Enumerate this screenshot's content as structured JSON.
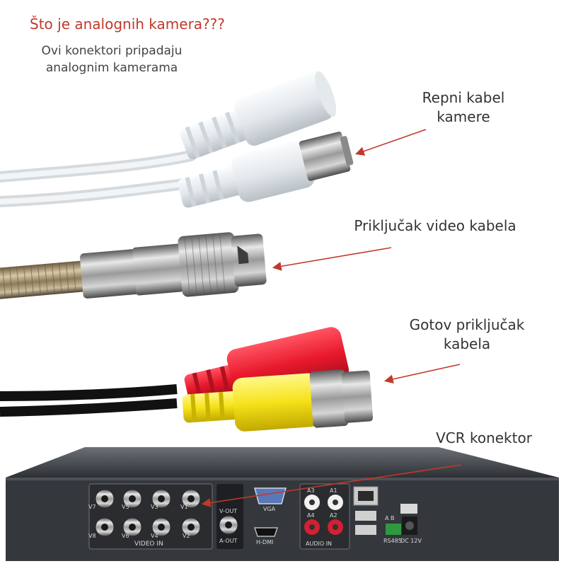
{
  "heading": {
    "title": "Što je analognih kamera???",
    "subtitle": "Ovi konektori pripadaju analognim kamerama"
  },
  "callouts": [
    {
      "label": "Repni kabel kamere"
    },
    {
      "label": "Priključak video kabela"
    },
    {
      "label": "Gotov priključak kabela"
    },
    {
      "label": "VCR konektor"
    }
  ],
  "dvr_panel": {
    "video_in_label": "VIDEO IN",
    "video_ports_top": [
      "V7",
      "V5",
      "V3",
      "V1"
    ],
    "video_ports_bottom": [
      "V8",
      "V6",
      "V4",
      "V2"
    ],
    "v_out_label": "V-OUT",
    "a_out_label": "A-OUT",
    "vga_label": "VGA",
    "hdmi_label": "H-DMI",
    "audio_in_label": "AUDIO IN",
    "audio_ports": [
      "A3",
      "A1",
      "A4",
      "A2"
    ],
    "rs485_label": "RS485",
    "dc_label": "DC 12V",
    "ab_label": "A B"
  },
  "colors": {
    "title": "#c0392b",
    "arrow": "#c0392b",
    "cable_white": "#e9edf0",
    "plug_red": "#e8192c",
    "plug_yellow": "#f6e21a",
    "dvr_body": "#3a3d42"
  }
}
